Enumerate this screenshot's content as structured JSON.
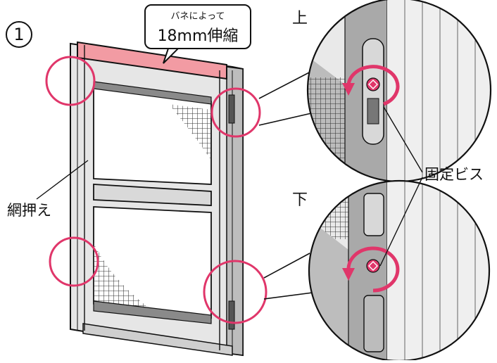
{
  "step_number": "1",
  "callout": {
    "small": "バネによって",
    "main": "18mm伸縮"
  },
  "labels": {
    "net_holder": "網押え",
    "fixing_screw": "固定ビス",
    "top": "上",
    "bottom": "下"
  },
  "colors": {
    "highlight_ring": "#e0366a",
    "spring_bar": "#f29ba3",
    "frame_fill": "#e6e6e6",
    "frame_shadow": "#9a9a9a",
    "outline": "#111111"
  },
  "icons": {
    "rotation_arrow_top": "clockwise-arrow-icon",
    "rotation_arrow_bottom": "clockwise-arrow-icon",
    "screw_top": "screw-icon",
    "screw_bottom": "screw-icon"
  }
}
